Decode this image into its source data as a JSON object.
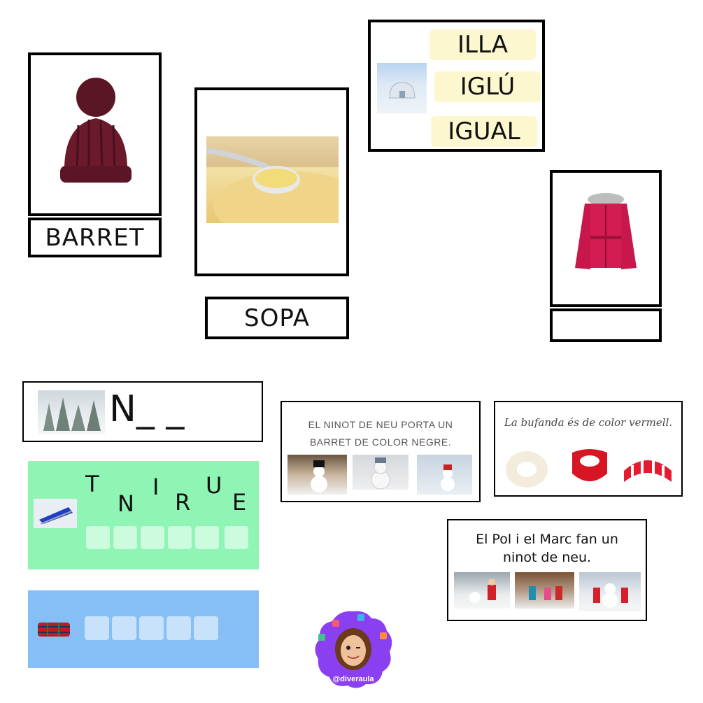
{
  "cards": {
    "barret": {
      "label": "BARRET"
    },
    "sopa": {
      "label": "SOPA"
    },
    "jacket": {
      "label": ""
    }
  },
  "words": [
    "ILLA",
    "IGLÚ",
    "IGUAL"
  ],
  "snow_puzzle": {
    "text": "N_ _"
  },
  "scramble": {
    "letters": [
      "T",
      "N",
      "I",
      "R",
      "U",
      "E"
    ]
  },
  "sentences": {
    "ninot": "EL NINOT DE NEU PORTA UN BARRET DE COLOR NEGRE.",
    "bufanda": "La bufanda és de color vermell.",
    "pol": "El Pol i el Marc fan un ninot de neu."
  },
  "logo": {
    "handle": "@diveraula"
  },
  "colors": {
    "green_panel": "#8ef5b4",
    "blue_panel": "#85bff5",
    "label_yellow": "#fdf7cf",
    "logo_purple": "#8a3ff0"
  }
}
